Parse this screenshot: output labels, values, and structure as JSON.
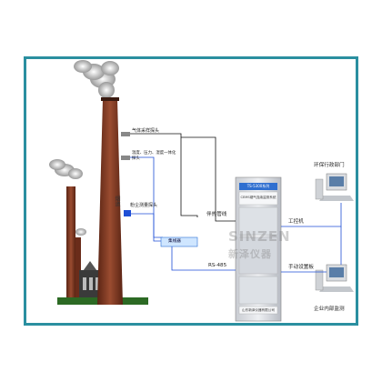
{
  "labels": {
    "chimney": "烟道",
    "gas_probe": "气体采样探头",
    "temp_probe": "温度、压力、湿度一体化探头",
    "dust_probe": "粉尘测量探头",
    "junction_box": "集线器",
    "heat_pipe": "伴热管线",
    "rs485": "RS-485",
    "ipc": "工控机",
    "manual_panel": "手动设置板",
    "env_dept": "环保行政部门",
    "internal_monitor": "企业内部监测"
  },
  "cabinet": {
    "brand": "TS-5300系列",
    "system": "CEMS烟气连续监测系统",
    "company": "山东新泽仪器有限公司"
  },
  "watermark": {
    "latin": "SINZEN",
    "cjk": "新泽仪器"
  },
  "colors": {
    "frame": "#2a8fa0",
    "signal_line": "#1f4fd6",
    "heat_line": "#111111",
    "chimney": "#7a3a24"
  }
}
